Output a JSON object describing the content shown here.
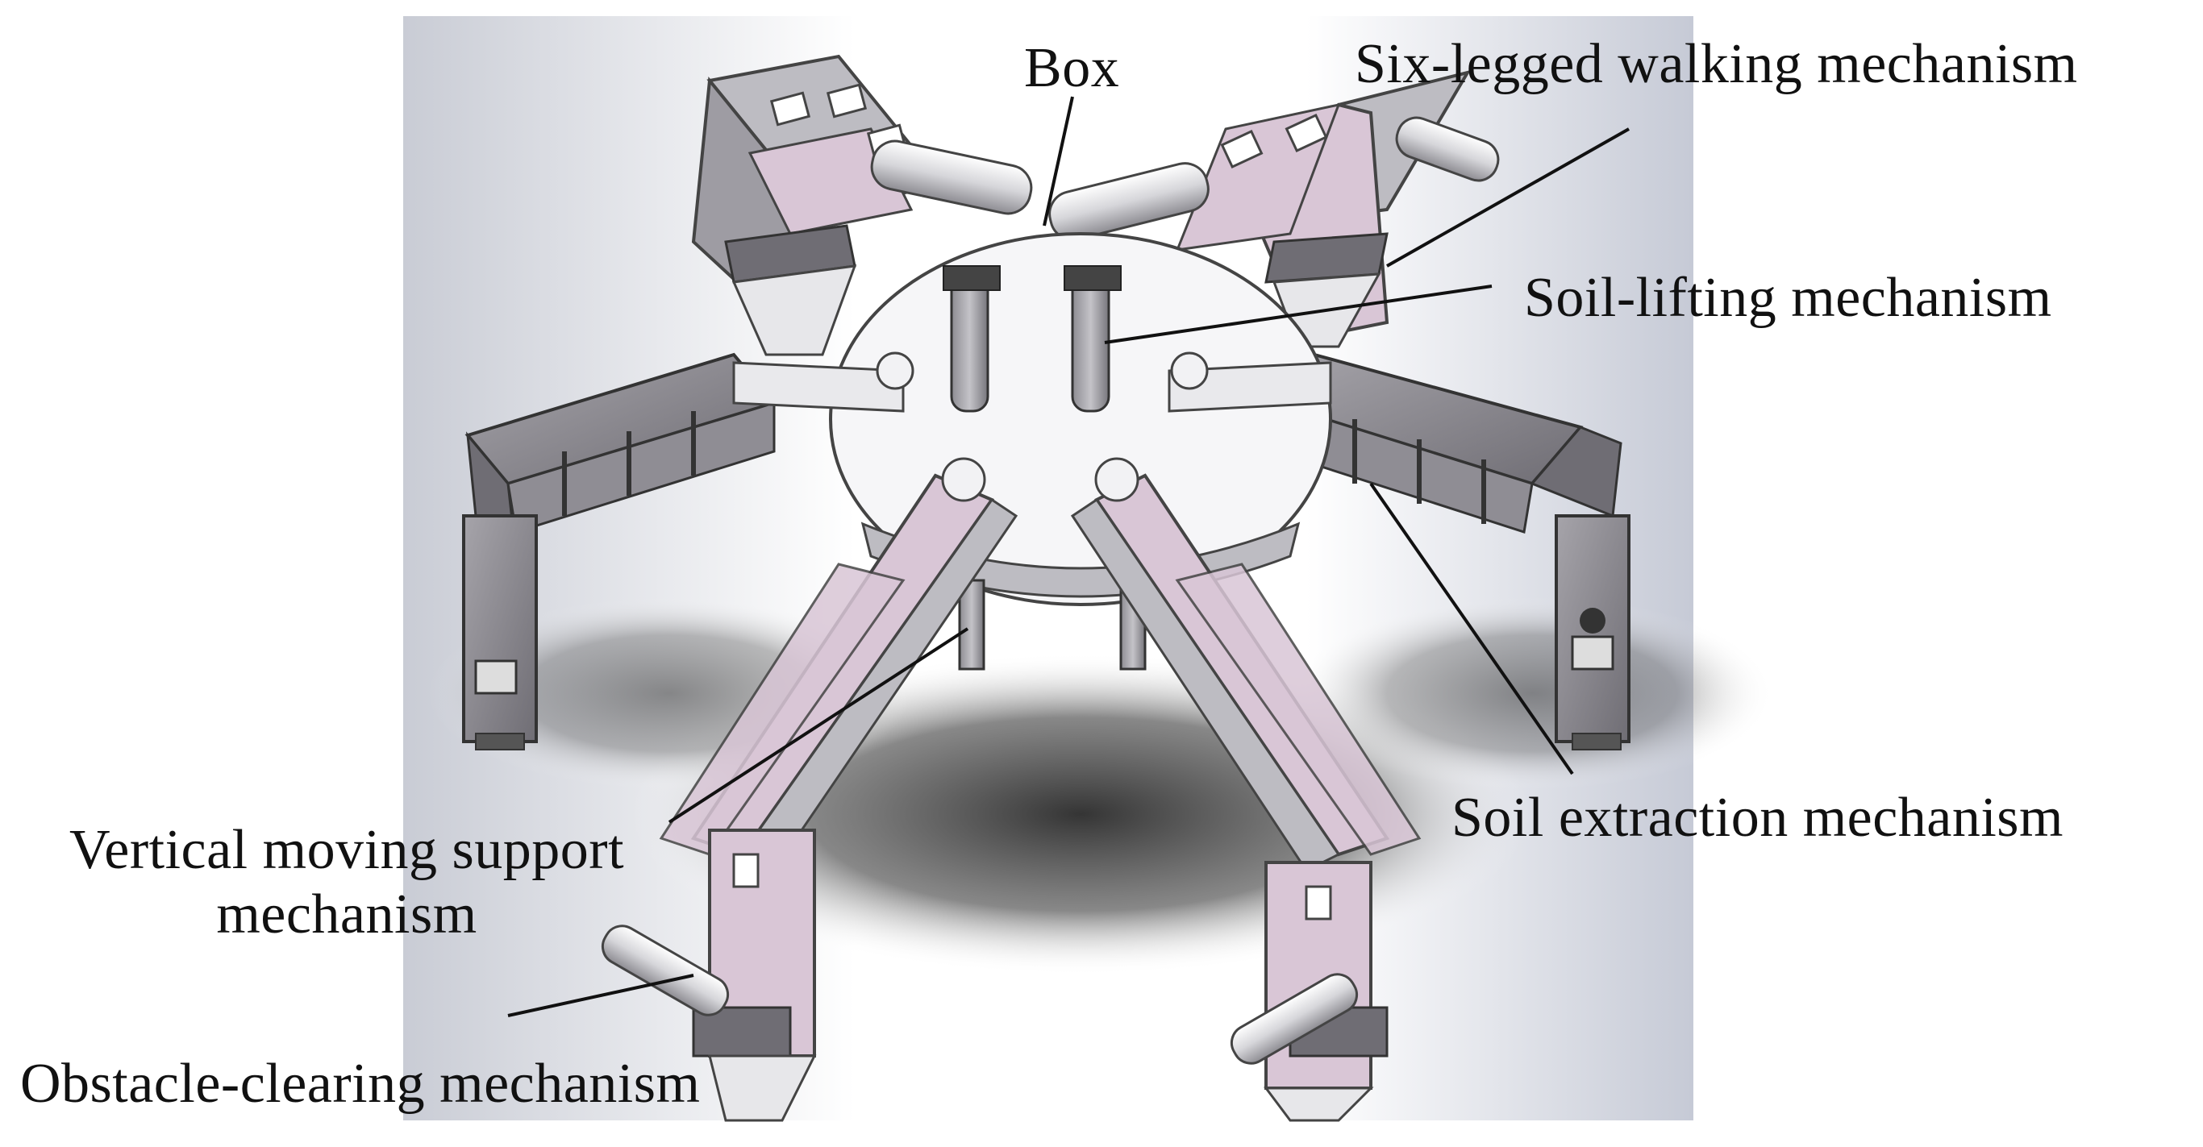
{
  "figure": {
    "labels": {
      "box": "Box",
      "six_legged": "Six-legged walking mechanism",
      "soil_lifting": "Soil-lifting mechanism",
      "soil_extraction": "Soil extraction mechanism",
      "vertical_support_line1": "Vertical moving support",
      "vertical_support_line2": "mechanism",
      "obstacle_clearing": "Obstacle-clearing mechanism"
    },
    "colors": {
      "frame": "#8c8a90",
      "frame_dark": "#5c5a60",
      "plate_pink": "#d9c6d6",
      "body_white": "#f4f4f6",
      "background_gradient": "#dde1ea",
      "shadow": "#3a3a3a",
      "leader_line": "#111111"
    }
  }
}
